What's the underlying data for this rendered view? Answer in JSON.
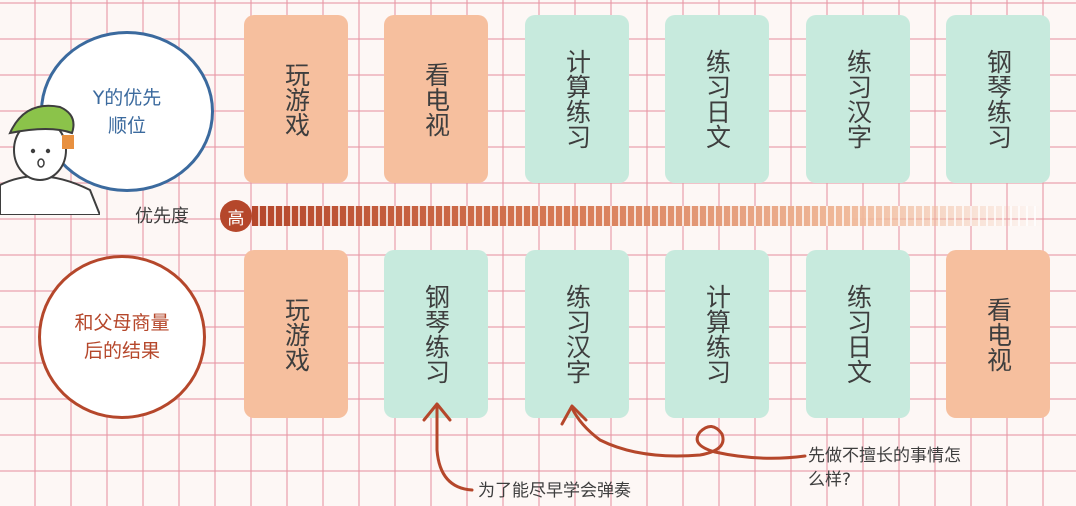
{
  "top_circle": {
    "label": "Y的优先\n顺位"
  },
  "bottom_circle": {
    "label": "和父母商量\n后的结果"
  },
  "priority": {
    "label": "优先度",
    "high": "高"
  },
  "top_row": [
    {
      "text": "玩游戏",
      "color": "orange"
    },
    {
      "text": "看电视",
      "color": "orange"
    },
    {
      "text": "计算练习",
      "color": "green"
    },
    {
      "text": "练习日文",
      "color": "green"
    },
    {
      "text": "练习汉字",
      "color": "green"
    },
    {
      "text": "钢琴练习",
      "color": "green"
    }
  ],
  "bottom_row": [
    {
      "text": "玩游戏",
      "color": "orange"
    },
    {
      "text": "钢琴练习",
      "color": "green"
    },
    {
      "text": "练习汉字",
      "color": "green"
    },
    {
      "text": "计算练习",
      "color": "green"
    },
    {
      "text": "练习日文",
      "color": "green"
    },
    {
      "text": "看电视",
      "color": "orange"
    }
  ],
  "notes": {
    "piano_reason": "为了能尽早学会弹奏",
    "kanji_reason": "先做不擅长的事情怎\n么样?"
  },
  "colors": {
    "orange_card": "#f6bf9e",
    "green_card": "#c7eadd",
    "blue": "#3b6a9e",
    "red": "#b5472b"
  }
}
